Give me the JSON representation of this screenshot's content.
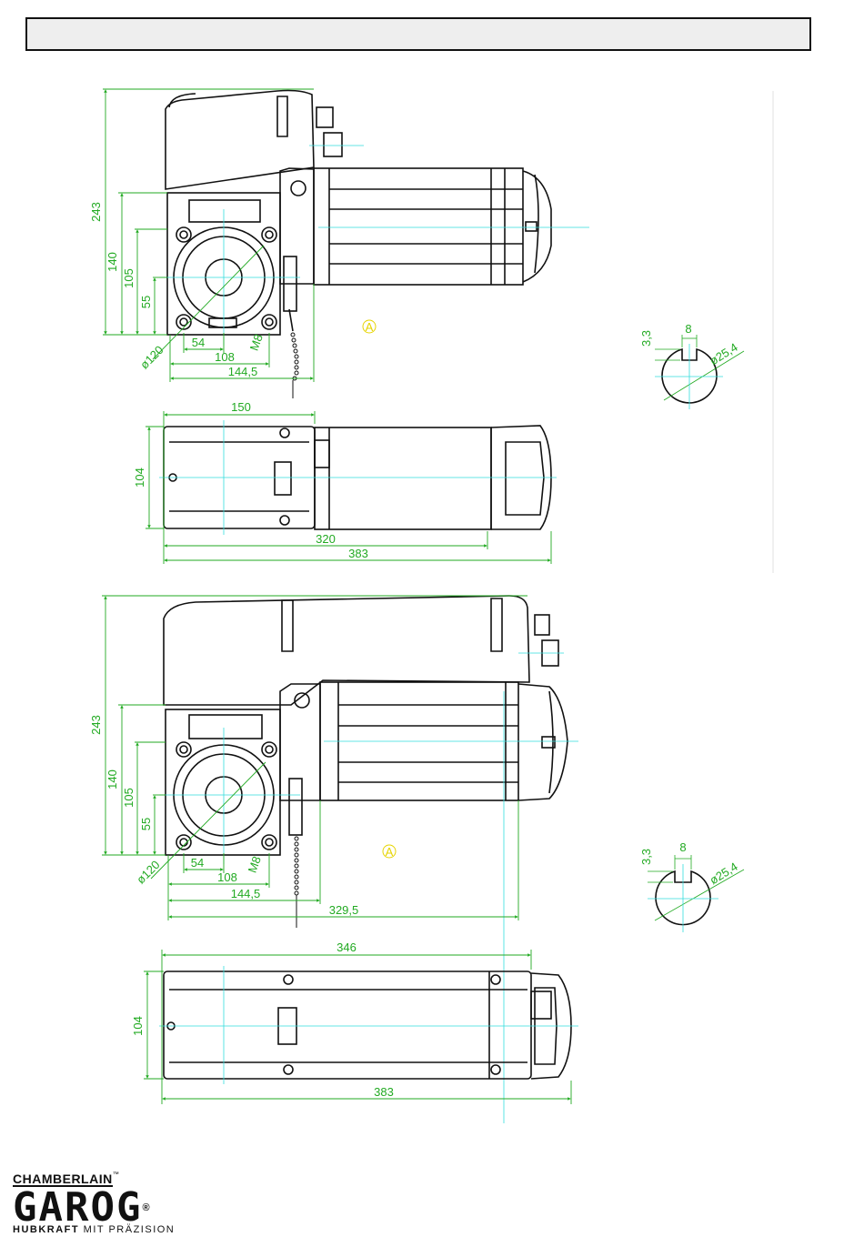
{
  "header": {
    "title": ""
  },
  "drawing1": {
    "side": {
      "h_total": "243",
      "h_140": "140",
      "h_105": "105",
      "h_55": "55",
      "dia": "ø120",
      "w_54": "54",
      "w_108": "108",
      "w_1445": "144,5",
      "bolt": "M8",
      "marker": "A"
    },
    "top": {
      "w_150": "150",
      "h_104": "104",
      "w_320": "320",
      "w_383": "383"
    },
    "shaft": {
      "key_depth": "3,3",
      "key_width": "8",
      "diameter": "ø25,4"
    }
  },
  "drawing2": {
    "side": {
      "h_total": "243",
      "h_140": "140",
      "h_105": "105",
      "h_55": "55",
      "dia": "ø120",
      "w_54": "54",
      "w_108": "108",
      "w_1445": "144,5",
      "w_3295": "329,5",
      "bolt": "M8",
      "marker": "A"
    },
    "top": {
      "w_346": "346",
      "h_104": "104",
      "w_383": "383"
    },
    "shaft": {
      "key_depth": "3,3",
      "key_width": "8",
      "diameter": "ø25,4"
    }
  },
  "logo": {
    "top": "CHAMBERLAIN",
    "tm": "™",
    "main": "GAROG",
    "reg": "®",
    "tag_bold": "HUBKRAFT",
    "tag_rest": " MIT PRÄZISION"
  },
  "colors": {
    "dimension": "#22aa22",
    "centerline": "#33dddd",
    "marker": "#e6d400",
    "outline": "#111111"
  }
}
